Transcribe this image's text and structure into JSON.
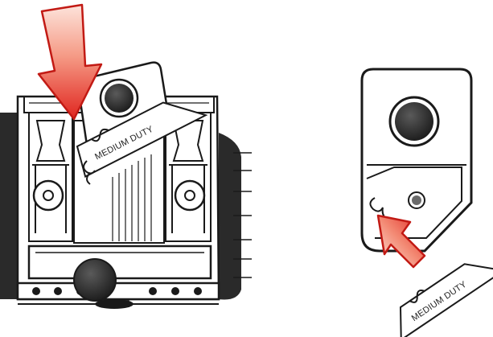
{
  "figure": {
    "blade_label_left": "MEDIUM DUTY",
    "blade_label_right": "MEDIUM DUTY"
  },
  "colors": {
    "outline": "#1a1a1a",
    "body_fill": "#ffffff",
    "dark_fill": "#2a2a2a",
    "arrow_red": "#e8322c",
    "arrow_light": "#f7b5a8",
    "cap_fill": "#3a3a3a"
  },
  "icons": {
    "insert_arrow_left": "big-red-down-arrow",
    "insert_arrow_right": "red-diagonal-arrow",
    "knob": "round-black-knob"
  }
}
